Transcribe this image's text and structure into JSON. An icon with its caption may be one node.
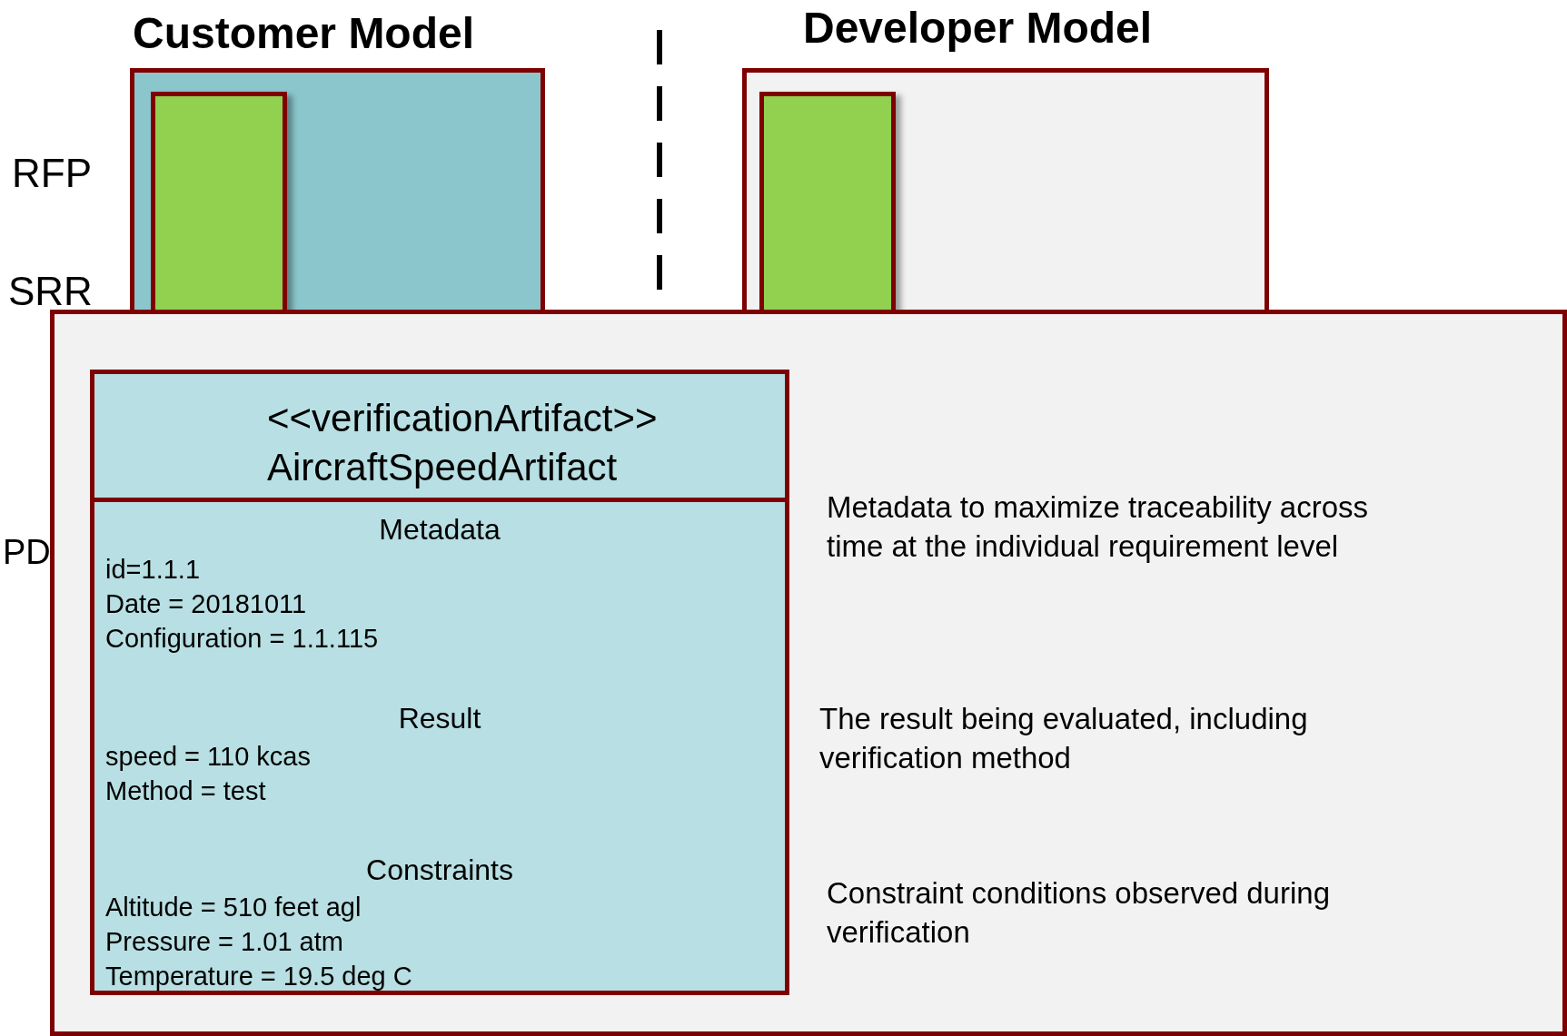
{
  "diagram": {
    "nodes": [
      {
        "text": [
          "Customer Model"
        ]
      },
      {
        "text": [],
        "shape": "box",
        "in": 0
      },
      {
        "text": [
          "Developer Model"
        ]
      },
      {
        "text": [],
        "shape": "box",
        "in": 2
      },
      {
        "text": [],
        "shape": "box"
      },
      {
        "text": [
          "<<verificationArtifact>>",
          "AircraftSpeedArtifact",
          "Metadata",
          "id=1.1.1",
          "Date = 20181011",
          "Configuration = 1.1.115",
          "Result",
          "speed = 110 kcas",
          "Method = test",
          "Constraints",
          "Altitude = 510 feet agl",
          "Pressure = 1.01 atm",
          "Temperature = 19.5 deg C"
        ],
        "in": 4
      }
    ],
    "labels": [
      "RFP",
      "SRR",
      "PD",
      "Metadata to maximize traceability across time at the individual requirement level",
      "The result being evaluated, including verification method",
      "Constraint conditions observed during verification"
    ]
  }
}
